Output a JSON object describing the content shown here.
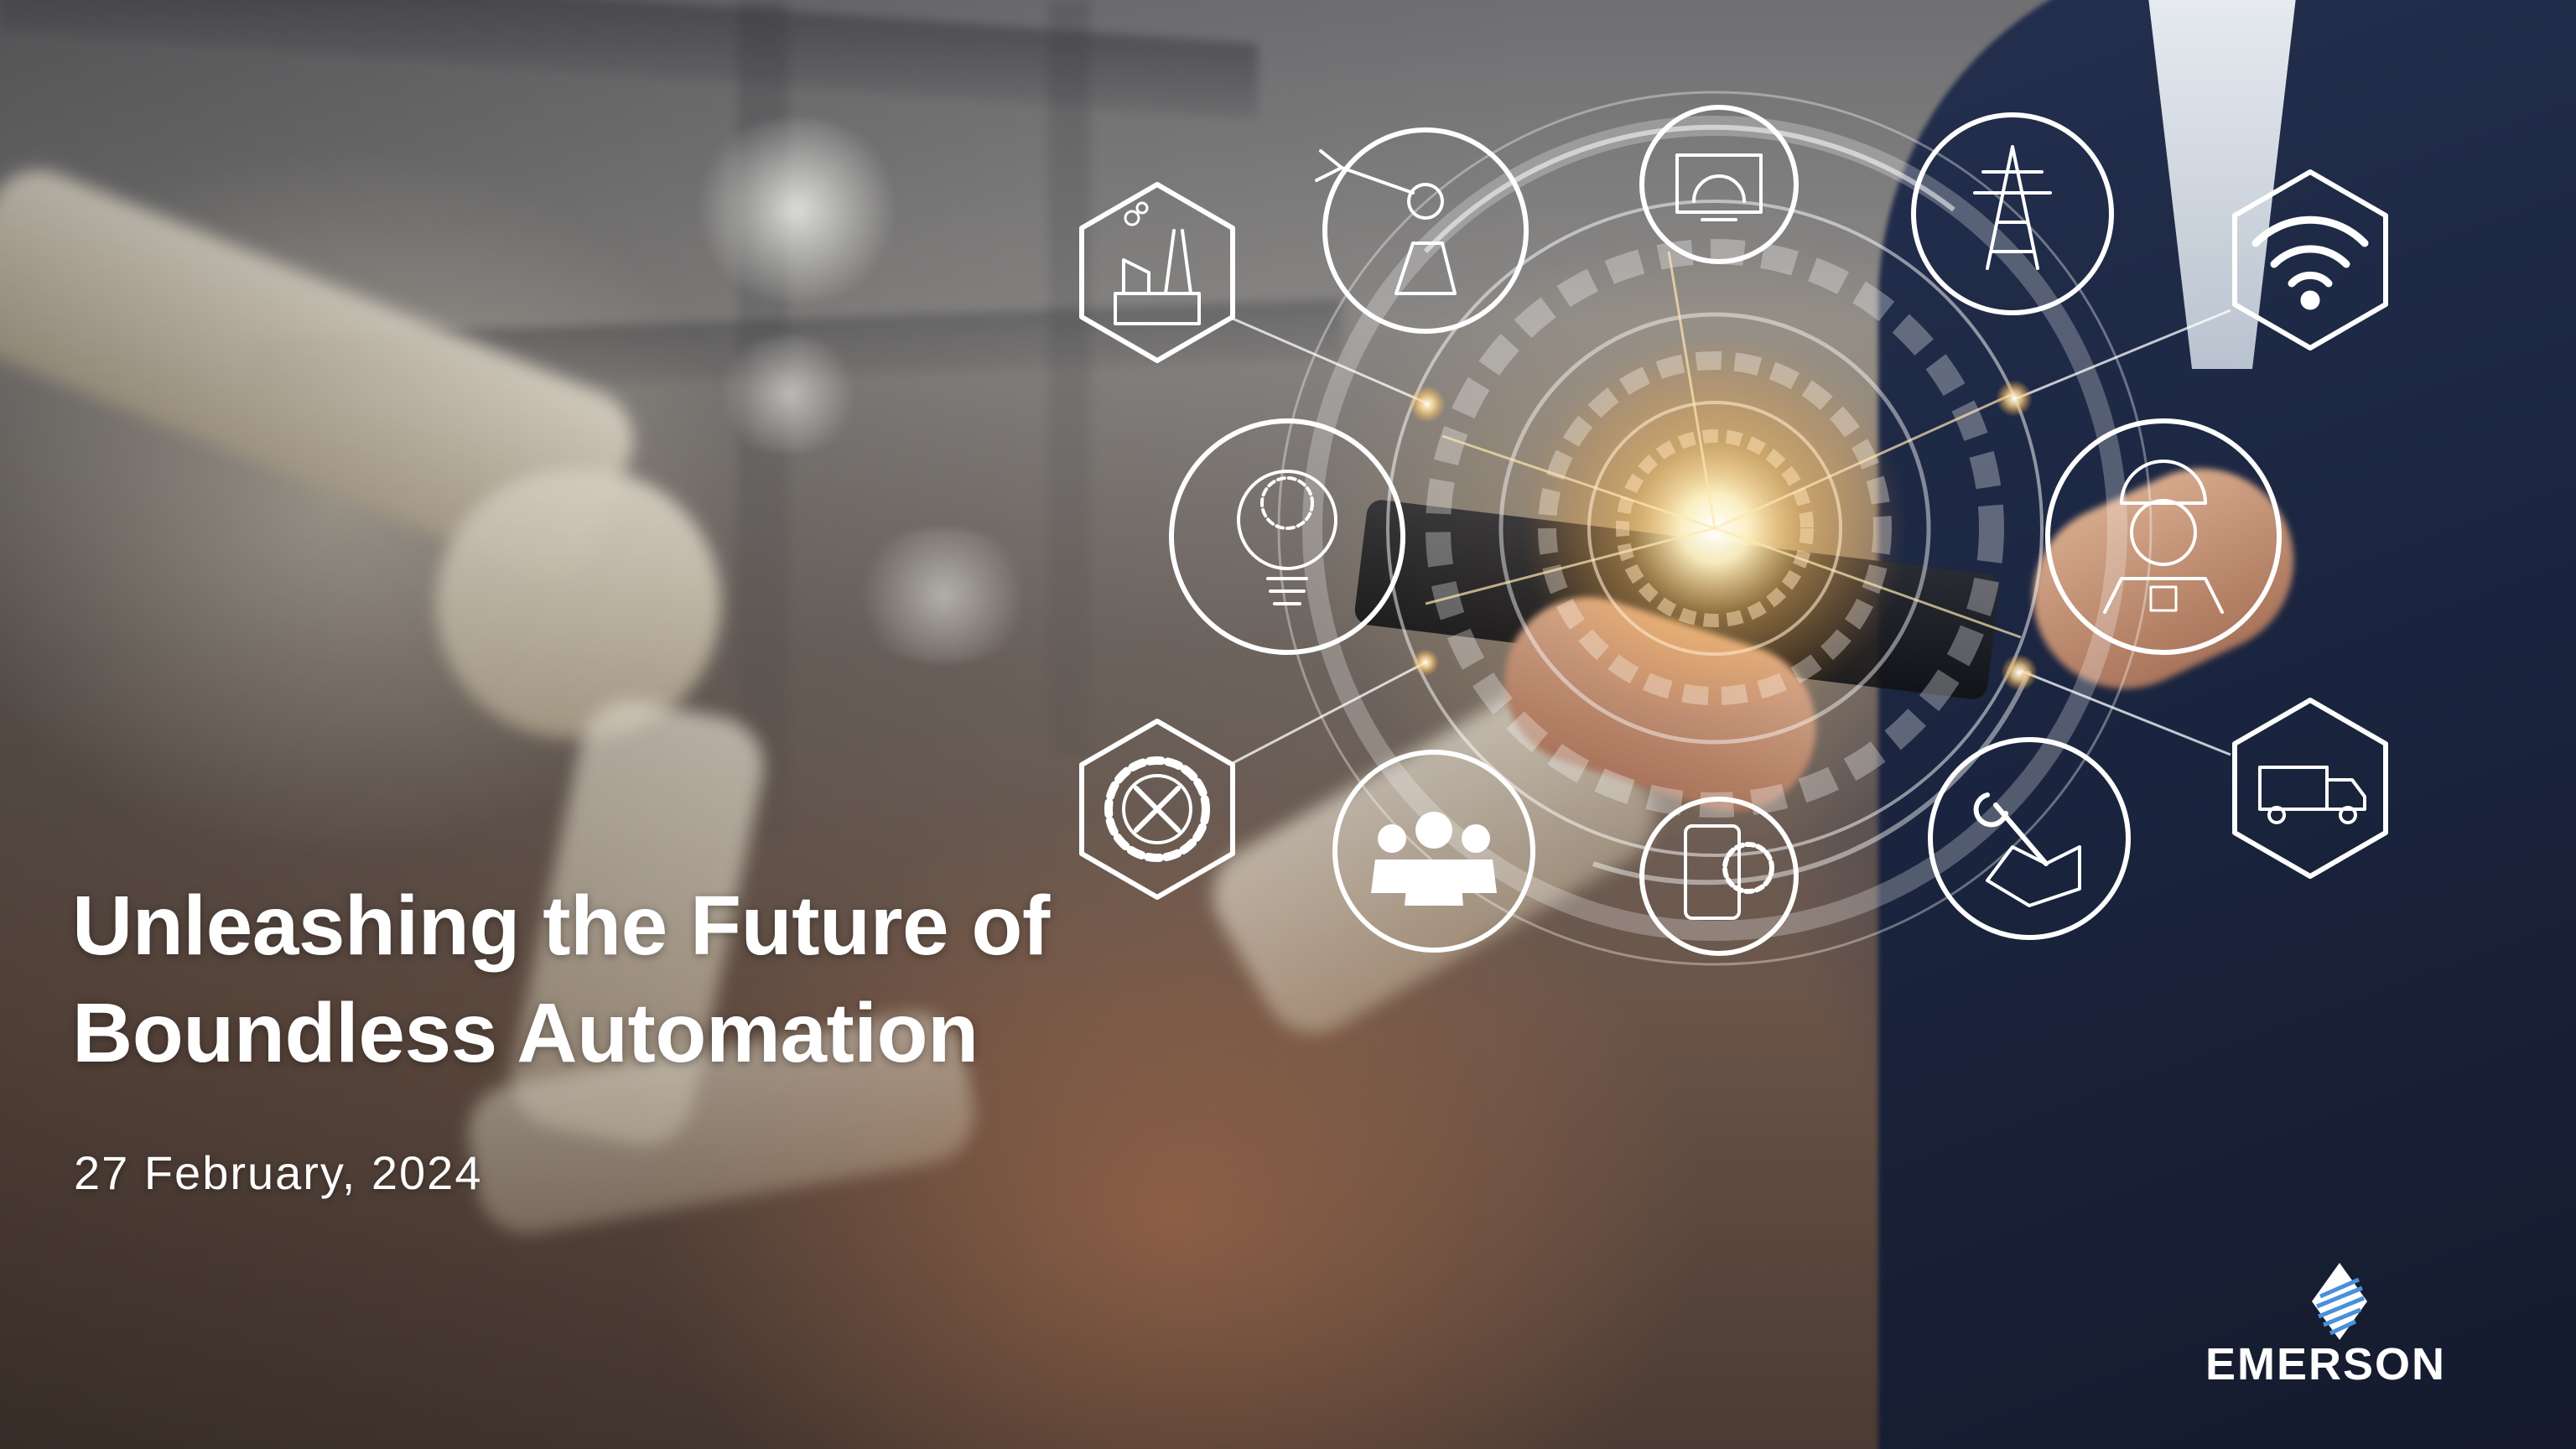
{
  "slide": {
    "title_line1": "Unleashing the Future of",
    "title_line2": "Boundless Automation",
    "date": "27 February, 2024"
  },
  "brand": {
    "logo_text": "EMERSON",
    "logo_symbol": "emerson-diamond-logo",
    "text_color": "#ffffff",
    "accent_color": "#4a90d9"
  },
  "hud_icons": [
    "factory-icon",
    "robot-arm-icon",
    "monitor-gear-icon",
    "power-tower-icon",
    "wifi-icon",
    "lightbulb-gear-icon",
    "engineer-icon",
    "gear-tools-icon",
    "team-icon",
    "smartphone-gear-icon",
    "hand-wrench-icon",
    "delivery-truck-icon",
    "central-gear-icon"
  ]
}
